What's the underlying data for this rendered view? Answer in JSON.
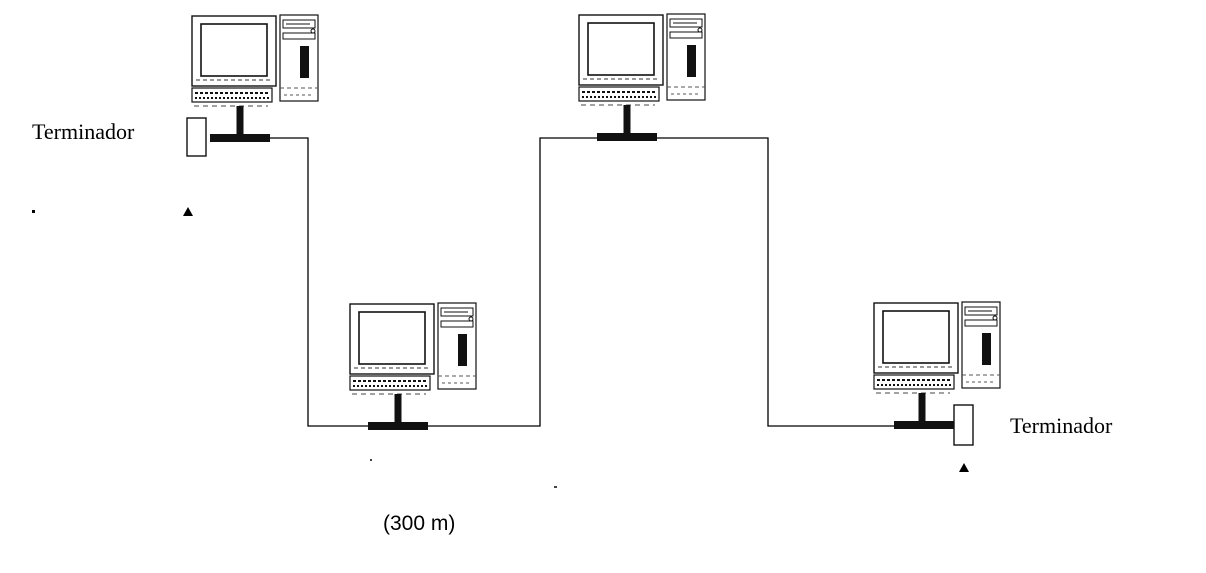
{
  "diagram": {
    "terminator_left": "Terminador",
    "terminator_right": "Terminador",
    "distance_label": "(300 m)"
  },
  "nodes": [
    {
      "name": "computer-1"
    },
    {
      "name": "computer-2"
    },
    {
      "name": "computer-3"
    },
    {
      "name": "computer-4"
    }
  ]
}
